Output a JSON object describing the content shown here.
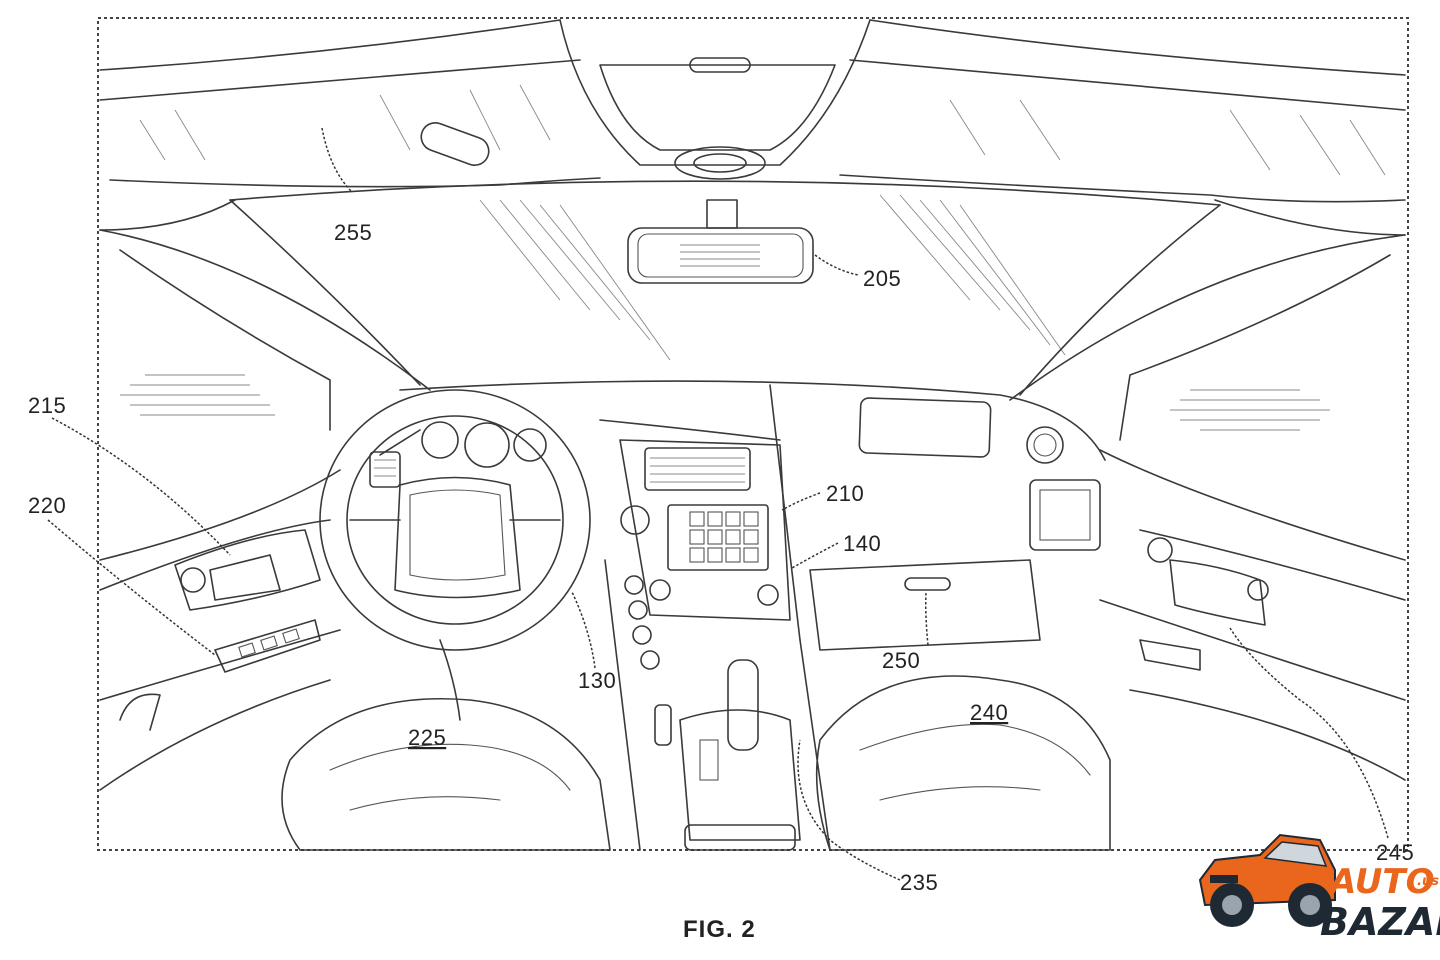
{
  "figure": {
    "caption": "FIG. 2"
  },
  "reference_numerals": {
    "r255": "255",
    "r205": "205",
    "r215": "215",
    "r220": "220",
    "r210": "210",
    "r140": "140",
    "r130": "130",
    "r250": "250",
    "r225": "225",
    "r240": "240",
    "r235": "235",
    "r245": "245"
  },
  "watermark": {
    "line1": "AUTO",
    "line2": "BAZAR",
    "suffix": ".us",
    "accent": "#e9661c",
    "dark": "#1f2933"
  },
  "colors": {
    "line": "#3a3a3a",
    "background": "#ffffff"
  }
}
